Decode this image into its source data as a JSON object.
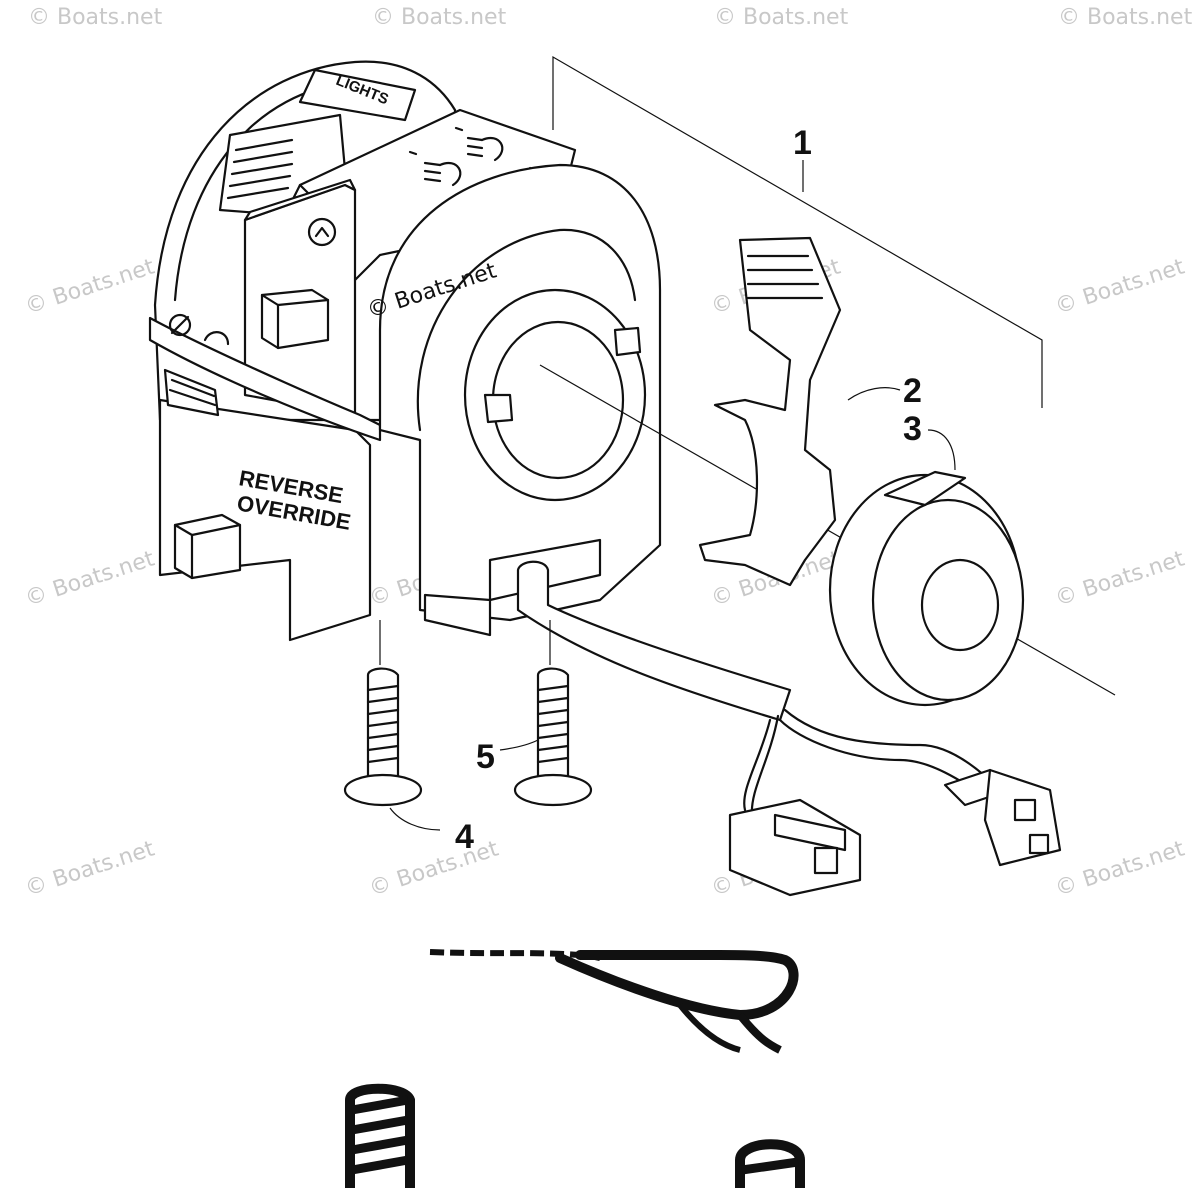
{
  "watermark": {
    "text": "© Boats.net",
    "center_text": "© Boats.net"
  },
  "housing": {
    "lights_label": "LIGHTS",
    "reverse_label_line1": "REVERSE",
    "reverse_label_line2": "OVERRIDE"
  },
  "callouts": [
    {
      "id": "1",
      "label": "1"
    },
    {
      "id": "2",
      "label": "2"
    },
    {
      "id": "3",
      "label": "3"
    },
    {
      "id": "4",
      "label": "4"
    },
    {
      "id": "5",
      "label": "5"
    }
  ],
  "colors": {
    "line": "#111111",
    "watermark": "#c8c8c8",
    "background": "#ffffff"
  }
}
